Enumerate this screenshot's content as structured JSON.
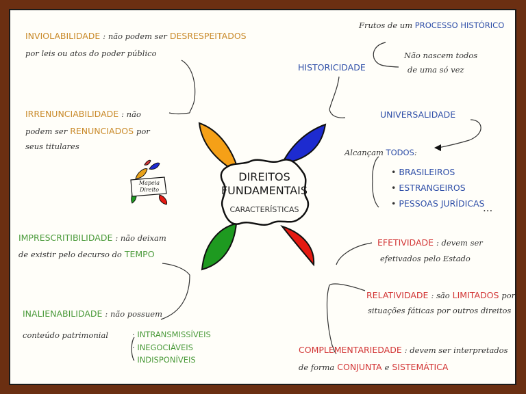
{
  "center": {
    "title_line1": "DIREITOS",
    "title_line2": "FUNDAMENTAIS",
    "subtitle": "CARACTERÍSTICAS"
  },
  "logo": {
    "line1": "Mapeia",
    "line2": "Direito"
  },
  "petal_colors": {
    "orange": "#f5a017",
    "blue": "#1d2bd0",
    "green": "#1e9a20",
    "red": "#e51a12"
  },
  "historicidade": {
    "label": "HISTORICIDADE",
    "fruits_prefix": "Frutos de um",
    "fruits_highlight": "PROCESSO HISTÓRICO",
    "note_line1": "Não nascem todos",
    "note_line2": "de uma só vez"
  },
  "universalidade": {
    "label": "UNIVERSALIDADE",
    "intro_prefix": "Alcançam",
    "intro_highlight": "TODOS",
    "intro_suffix": ":",
    "items": [
      "BRASILEIROS",
      "ESTRANGEIROS",
      "PESSOAS JURÍDICAS"
    ],
    "ellipsis": "..."
  },
  "inviolabilidade": {
    "label": "INVIOLABILIDADE",
    "text1": ": não podem ser",
    "highlight": "DESRESPEITADOS",
    "line2": "por leis ou atos do poder público"
  },
  "irrenunciabilidade": {
    "label": "IRRENUNCIABILIDADE",
    "text1": ": não",
    "line2_prefix": "podem ser",
    "highlight": "RENUNCIADOS",
    "line2_suffix": "por",
    "line3": "seus titulares"
  },
  "imprescritibilidade": {
    "label": "IMPRESCRITIBILIDADE",
    "text1": ": não deixam",
    "line2_prefix": "de existir pelo decurso do",
    "highlight": "TEMPO"
  },
  "inalienabilidade": {
    "label": "INALIENABILIDADE",
    "text1": ": não possuem",
    "line2": "conteúdo patrimonial",
    "items": [
      "INTRANSMISSÍVEIS",
      "INEGOCIÁVEIS",
      "INDISPONÍVEIS"
    ]
  },
  "efetividade": {
    "label": "EFETIVIDADE",
    "text1": ": devem ser",
    "line2": "efetivados pelo Estado"
  },
  "relatividade": {
    "label": "RELATIVIDADE",
    "text1": ": são",
    "highlight": "LIMITADOS",
    "text2": "por",
    "line2": "situações fáticas por outros direitos"
  },
  "complementariedade": {
    "label": "COMPLEMENTARIEDADE",
    "text1": ": devem ser interpretados",
    "line2_prefix": "de forma",
    "highlight1": "CONJUNTA",
    "conj": "e",
    "highlight2": "SISTEMÁTICA"
  }
}
